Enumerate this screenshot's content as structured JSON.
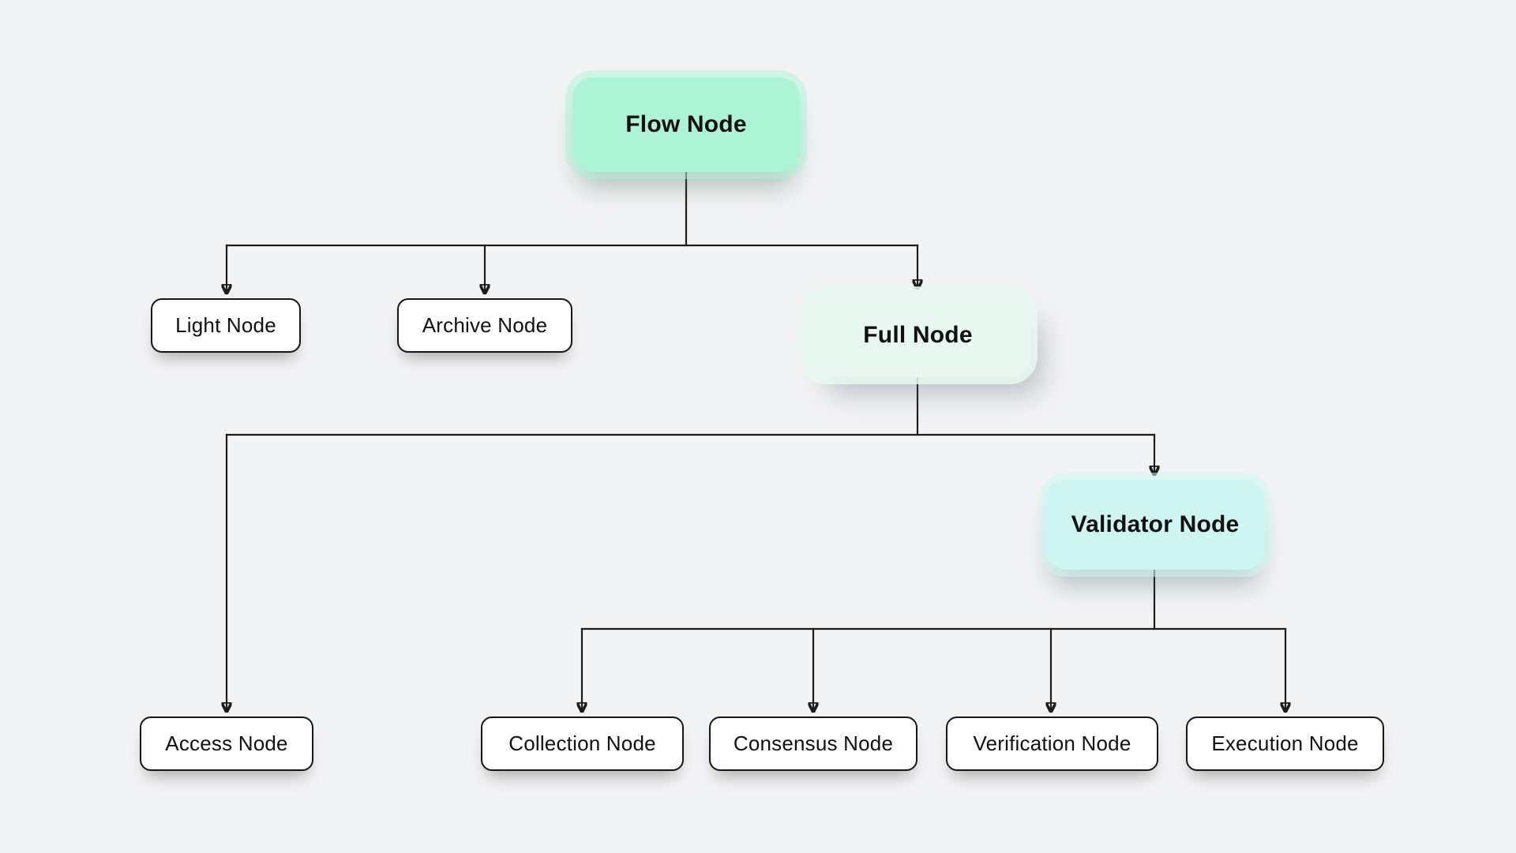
{
  "diagram": {
    "type": "flowchart",
    "colors": {
      "background": "#f2f3f5",
      "line": "#1c1c1c",
      "flow_fill": "#adf3d6",
      "full_fill": "#e8f7ef",
      "validator_fill": "#cff5f2",
      "leaf_fill": "#ffffff",
      "leaf_border": "#161616"
    },
    "nodes": {
      "flow": {
        "label": "Flow Node",
        "fill": "#adf3d6"
      },
      "light": {
        "label": "Light Node",
        "fill": "#ffffff"
      },
      "archive": {
        "label": "Archive Node",
        "fill": "#ffffff"
      },
      "full": {
        "label": "Full Node",
        "fill": "#e8f7ef"
      },
      "access": {
        "label": "Access Node",
        "fill": "#ffffff"
      },
      "validator": {
        "label": "Validator Node",
        "fill": "#cff5f2"
      },
      "collection": {
        "label": "Collection Node",
        "fill": "#ffffff"
      },
      "consensus": {
        "label": "Consensus Node",
        "fill": "#ffffff"
      },
      "verification": {
        "label": "Verification Node",
        "fill": "#ffffff"
      },
      "execution": {
        "label": "Execution Node",
        "fill": "#ffffff"
      }
    },
    "edges": [
      {
        "from": "Flow Node",
        "to": "Light Node"
      },
      {
        "from": "Flow Node",
        "to": "Archive Node"
      },
      {
        "from": "Flow Node",
        "to": "Full Node"
      },
      {
        "from": "Full Node",
        "to": "Access Node"
      },
      {
        "from": "Full Node",
        "to": "Validator Node"
      },
      {
        "from": "Validator Node",
        "to": "Collection Node"
      },
      {
        "from": "Validator Node",
        "to": "Consensus Node"
      },
      {
        "from": "Validator Node",
        "to": "Verification Node"
      },
      {
        "from": "Validator Node",
        "to": "Execution Node"
      }
    ]
  }
}
